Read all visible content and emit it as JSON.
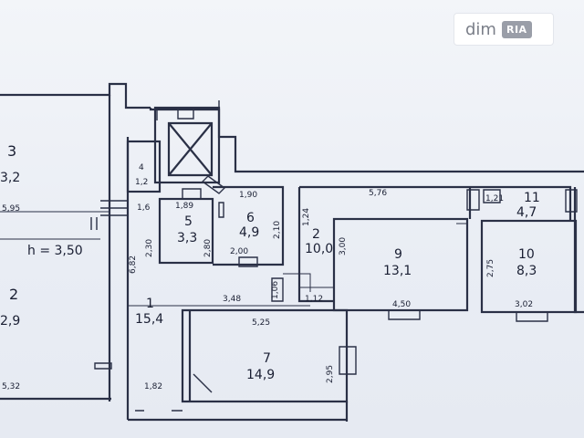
{
  "watermark": {
    "text": "dim",
    "badge": "RIA"
  },
  "rooms": {
    "r1": {
      "num": "1",
      "area": "15,4"
    },
    "r2": {
      "num": "2",
      "area": "2,9"
    },
    "r2b": {
      "num": "2",
      "area": "10,0"
    },
    "r3": {
      "num": "3",
      "area": "3,2"
    },
    "r4": {
      "num": "4",
      "area": "1,2"
    },
    "r5": {
      "num": "5",
      "area": "3,3"
    },
    "r6": {
      "num": "6",
      "area": "4,9"
    },
    "r7": {
      "num": "7",
      "area": "14,9"
    },
    "r9": {
      "num": "9",
      "area": "13,1"
    },
    "r10": {
      "num": "10",
      "area": "8,3"
    },
    "r11": {
      "num": "11",
      "area": "4,7"
    }
  },
  "dims": {
    "d595": "5,95",
    "h": "h = 3,50",
    "d532": "5,32",
    "d682": "6,82",
    "d348": "3,48",
    "d182": "1,82",
    "d525": "5,25",
    "d295": "2,95",
    "d189": "1,89",
    "d230": "2,30",
    "d280": "2,80",
    "d190": "1,90",
    "d200": "2,00",
    "d210": "2,10",
    "d576": "5,76",
    "d124": "1,24",
    "d112": "1,12",
    "d300": "3,00",
    "d450": "4,50",
    "d275": "2,75",
    "d302": "3,02",
    "d106": "1,06",
    "d121": "1,21",
    "d16": "1,6"
  }
}
